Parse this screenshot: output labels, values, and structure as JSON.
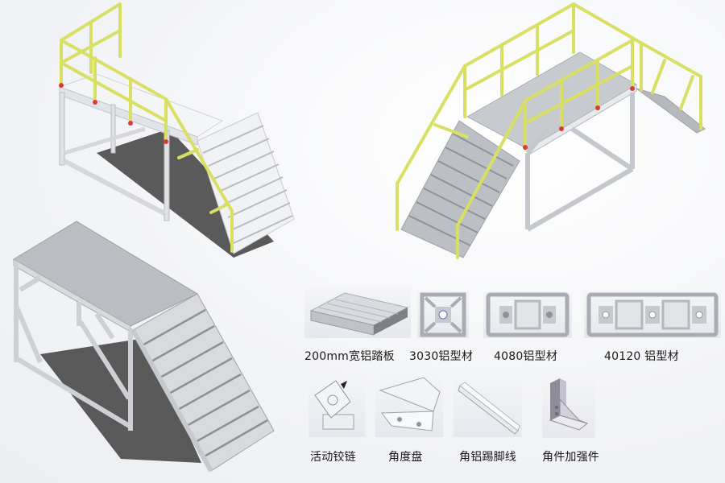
{
  "scene": {
    "description": "Aluminum profile work platforms with stairs and component catalog",
    "colors": {
      "handrail_yellow": "#d8e060",
      "aluminum": "#d4d7dc",
      "aluminum_dark": "#a9adb3",
      "tread": "#c9ccd1",
      "shadow": "#4a4a4a",
      "foot_pad_red": "#d93a3a"
    }
  },
  "renders": [
    {
      "id": "platform-top-left",
      "type": "platform with single stair and yellow handrail",
      "steps": 8
    },
    {
      "id": "platform-top-right",
      "type": "crossover platform with two stairs and yellow handrail",
      "steps": 8
    },
    {
      "id": "platform-bottom-left",
      "type": "platform with single stair, no handrail",
      "steps": 8
    }
  ],
  "catalog": {
    "row1": [
      {
        "label": "200mm宽铝踏板",
        "icon": "tread-plank"
      },
      {
        "label": "3030铝型材",
        "icon": "profile-3030"
      },
      {
        "label": "4080铝型材",
        "icon": "profile-4080"
      },
      {
        "label": "40120 铝型材",
        "icon": "profile-40120"
      }
    ],
    "row2": [
      {
        "label": "活动铰链",
        "icon": "hinge"
      },
      {
        "label": "角度盘",
        "icon": "angle-plate"
      },
      {
        "label": "角铝踢脚线",
        "icon": "angle-skirting"
      },
      {
        "label": "角件加强件",
        "icon": "corner-bracket"
      }
    ]
  }
}
